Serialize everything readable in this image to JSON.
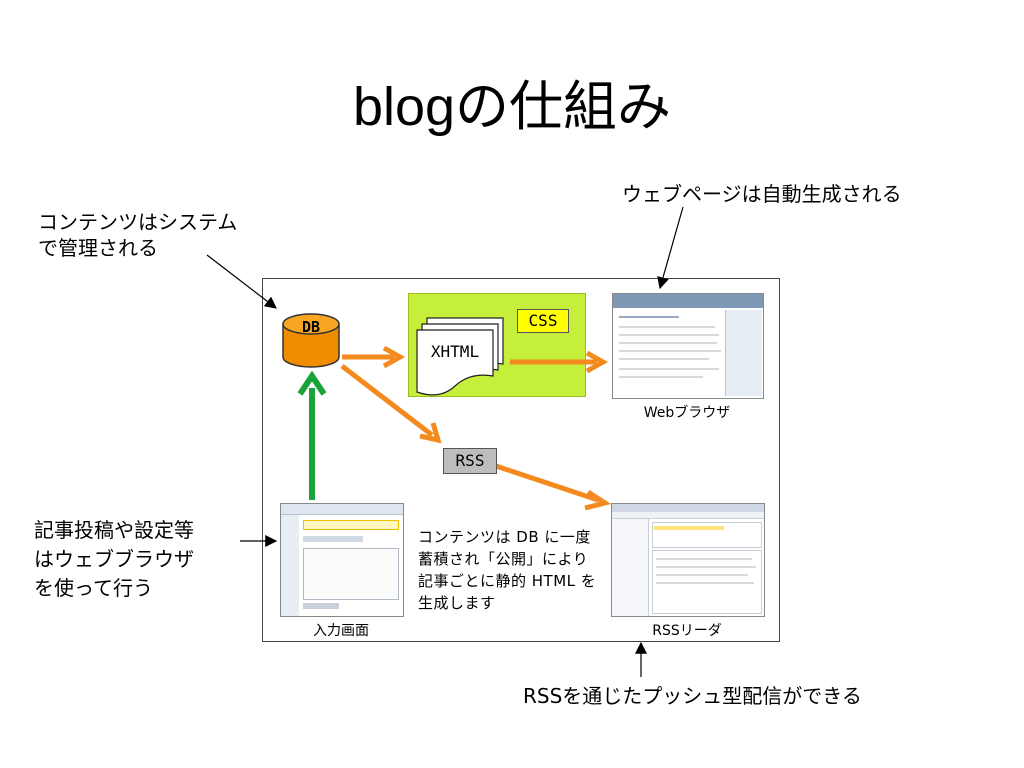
{
  "title": "blogの仕組み",
  "callouts": {
    "cms_line1": "コンテンツはシステム",
    "cms_line2": "で管理される",
    "webpage": "ウェブページは自動生成される",
    "input_line1": "記事投稿や設定等",
    "input_line2": "はウェブブラウザ",
    "input_line3": "を使って行う",
    "rss_push": "RSSを通じたプッシュ型配信ができる"
  },
  "diagram": {
    "db_label": "DB",
    "xhtml_label": "XHTML",
    "css_label": "CSS",
    "rss_label": "RSS",
    "browser_caption": "Webブラウザ",
    "input_caption": "入力画面",
    "rss_reader_caption": "RSSリーダ",
    "note_line1": "コンテンツは DB に一度",
    "note_line2": "蓄積され「公開」により",
    "note_line3": "記事ごとに静的 HTML を",
    "note_line4": "生成します"
  },
  "colors": {
    "arrow_orange": "#f28a1e",
    "arrow_green": "#1aa33a",
    "db_fill": "#f08c00",
    "xhtml_panel": "#c6ef3c",
    "css_tag": "#ffff00",
    "rss_tag": "#bdbdbd"
  }
}
